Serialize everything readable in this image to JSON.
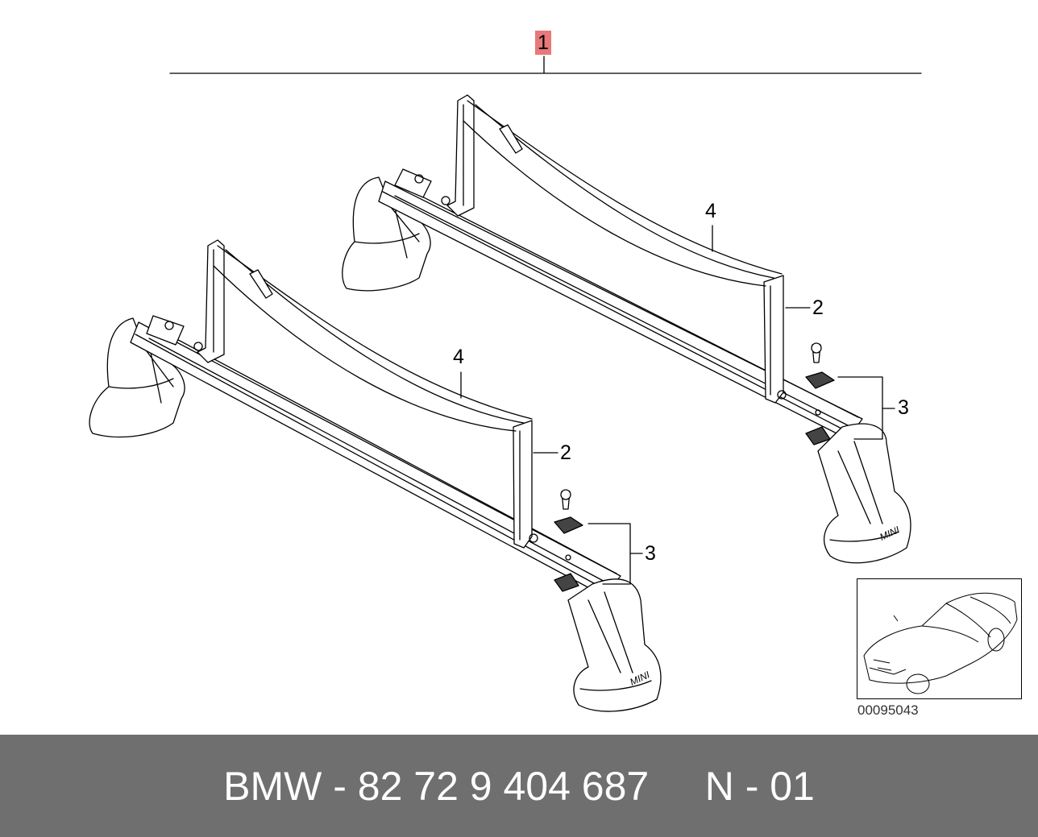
{
  "diagram": {
    "callouts": {
      "top": "1",
      "back_net": "4",
      "back_strap": "2",
      "back_fastener": "3",
      "front_net": "4",
      "front_strap": "2",
      "front_fastener": "3"
    },
    "foot_logo": "MINI",
    "image_code": "00095043",
    "colors": {
      "highlight": "#e8787a",
      "footer": "#6f6f6f"
    }
  },
  "footer": {
    "brand": "BMW",
    "part_number": "82 72 9 404 687",
    "variant": "N - 01"
  }
}
